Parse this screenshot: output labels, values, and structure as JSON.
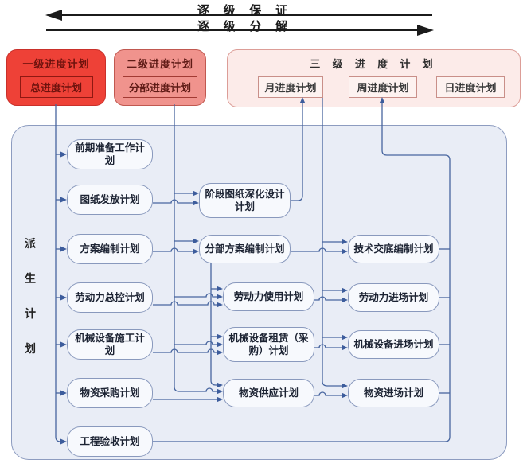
{
  "header": {
    "back_label": "逐 级 保 证",
    "down_label": "逐 级 分 解"
  },
  "levels": {
    "level1": {
      "title": "一级进度计划",
      "sub": "总进度计划"
    },
    "level2": {
      "title": "二级进度计划",
      "sub": "分部进度计划"
    },
    "level3": {
      "title": "三 级 进 度 计 划",
      "items": [
        "月进度计划",
        "周进度计划",
        "日进度计划"
      ]
    }
  },
  "derived": {
    "side_label": [
      "派",
      "生",
      "计",
      "划"
    ],
    "col1": [
      "前期准备工作计划",
      "图纸发放计划",
      "方案编制计划",
      "劳动力总控计划",
      "机械设备施工计划",
      "物资采购计划",
      "工程验收计划"
    ],
    "col2": [
      "阶段图纸深化设计计划",
      "分部方案编制计划",
      "劳动力使用计划",
      "机械设备租赁（采购）计划",
      "物资供应计划"
    ],
    "col3": [
      "技术交底编制计划",
      "劳动力进场计划",
      "机械设备进场计划",
      "物资进场计划"
    ]
  },
  "colors": {
    "level1_bg": "#ee4137",
    "level1_border": "#c9302a",
    "level1_text": "#6d120d",
    "level2_bg": "#f0938d",
    "level2_border": "#c05850",
    "level2_text": "#5f1b16",
    "level3_bg": "#fcebe9",
    "level3_border": "#dc9d97",
    "container_bg": "#e9edf6",
    "connector": "#47659f",
    "arrow_black": "#1b1b1b"
  }
}
